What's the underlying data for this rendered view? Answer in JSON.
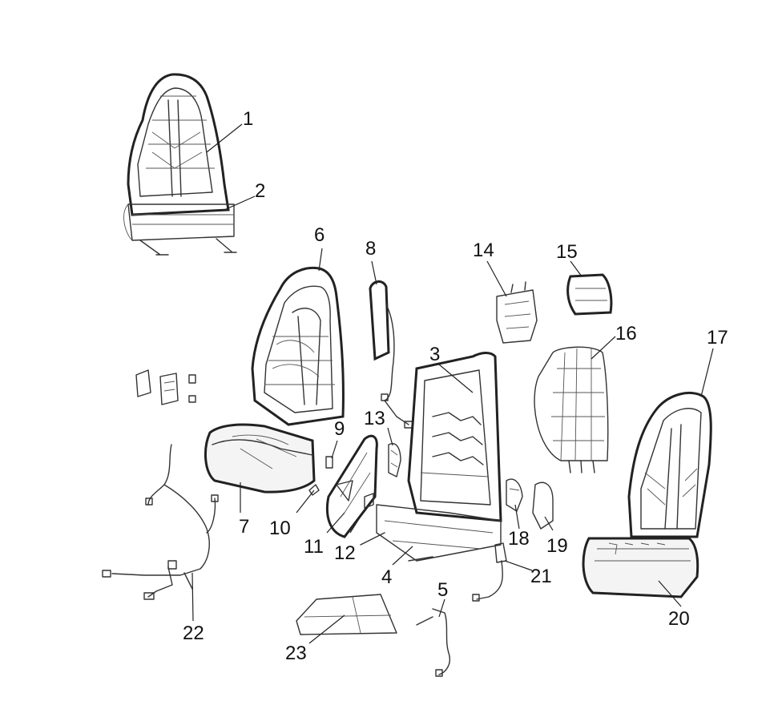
{
  "diagram": {
    "callouts": [
      {
        "id": "1",
        "text": "1"
      },
      {
        "id": "2",
        "text": "2"
      },
      {
        "id": "3",
        "text": "3"
      },
      {
        "id": "4",
        "text": "4"
      },
      {
        "id": "5",
        "text": "5"
      },
      {
        "id": "6",
        "text": "6"
      },
      {
        "id": "7",
        "text": "7"
      },
      {
        "id": "8",
        "text": "8"
      },
      {
        "id": "9",
        "text": "9"
      },
      {
        "id": "10",
        "text": "10"
      },
      {
        "id": "11",
        "text": "11"
      },
      {
        "id": "12",
        "text": "12"
      },
      {
        "id": "13",
        "text": "13"
      },
      {
        "id": "14",
        "text": "14"
      },
      {
        "id": "15",
        "text": "15"
      },
      {
        "id": "16",
        "text": "16"
      },
      {
        "id": "17",
        "text": "17"
      },
      {
        "id": "18",
        "text": "18"
      },
      {
        "id": "19",
        "text": "19"
      },
      {
        "id": "20",
        "text": "20"
      },
      {
        "id": "21",
        "text": "21"
      },
      {
        "id": "22",
        "text": "22"
      },
      {
        "id": "23",
        "text": "23"
      }
    ]
  }
}
